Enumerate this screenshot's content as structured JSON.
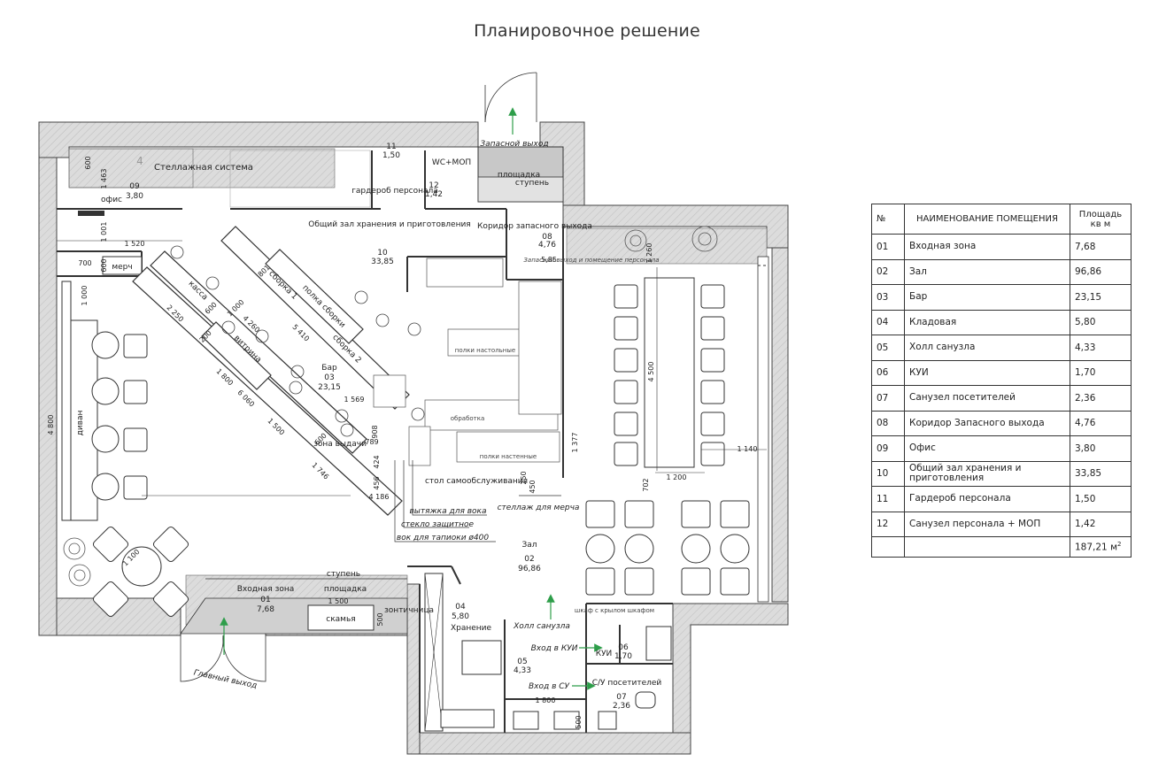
{
  "title": "Планировочное решение",
  "table": {
    "headers": {
      "num": "№",
      "name": "НАИМЕНОВАНИЕ ПОМЕЩЕНИЯ",
      "area": "Площадь кв м"
    },
    "rows": [
      {
        "num": "01",
        "name": "Входная зона",
        "area": "7,68"
      },
      {
        "num": "02",
        "name": "Зал",
        "area": "96,86"
      },
      {
        "num": "03",
        "name": "Бар",
        "area": "23,15"
      },
      {
        "num": "04",
        "name": "Кладовая",
        "area": "5,80"
      },
      {
        "num": "05",
        "name": "Холл санузла",
        "area": "4,33"
      },
      {
        "num": "06",
        "name": "КУИ",
        "area": "1,70"
      },
      {
        "num": "07",
        "name": "Санузел посетителей",
        "area": "2,36"
      },
      {
        "num": "08",
        "name": "Коридор Запасного выхода",
        "area": "4,76"
      },
      {
        "num": "09",
        "name": "Офис",
        "area": "3,80"
      },
      {
        "num": "10",
        "name": "Общий зал хранения и приготовления",
        "area": "33,85"
      },
      {
        "num": "11",
        "name": "Гардероб персонала",
        "area": "1,50"
      },
      {
        "num": "12",
        "name": "Санузел персонала + МОП",
        "area": "1,42"
      }
    ],
    "total": "187,21 м",
    "total_sup": "2"
  },
  "plan": {
    "rooms": {
      "entry": {
        "name": "Входная зона",
        "num": "01",
        "area": "7,68"
      },
      "hall": {
        "name": "Зал",
        "num": "02",
        "area": "96,86"
      },
      "bar": {
        "name": "Бар",
        "num": "03",
        "area": "23,15"
      },
      "storage": {
        "name": "Хранение",
        "num": "04",
        "area": "5,80"
      },
      "wc_hall": {
        "name": "Холл санузла",
        "num": "05",
        "area": "4,33"
      },
      "kui": {
        "name": "КУИ",
        "num": "06",
        "area": "1,70"
      },
      "wc_guest": {
        "name": "С/У посетителей",
        "num": "07",
        "area": "2,36"
      },
      "corridor": {
        "name": "Коридор запасного выхода",
        "num": "08",
        "area": "4,76"
      },
      "office": {
        "name": "офис",
        "num": "09",
        "area": "3,80"
      },
      "kitchen": {
        "name": "Общий зал хранения и приготовления",
        "num": "10",
        "area": "33,85"
      },
      "wardrobe": {
        "name": "гардероб персонала",
        "num": "11",
        "area": "1,50"
      },
      "wc_staff": {
        "name": "WC+МОП",
        "num": "12",
        "area": "1,42"
      }
    },
    "labels": {
      "emergency_exit": "Запасной выход",
      "platform": "площадка",
      "step": "ступень",
      "main_exit": "Главный выход",
      "bench": "скамья",
      "umbrella": "зонтичница",
      "sofa": "диван",
      "cashier": "касса",
      "showcase": "витрина",
      "assembly_1": "сборка 1",
      "assembly_2": "сборка 2",
      "assembly_shelf": "полка сборки",
      "pickup_zone": "зона выдачи",
      "merch": "мерч",
      "shelving_system": "Стеллажная система",
      "self_service_table": "стол самообслуживания",
      "merch_rack": "стеллаж для мерча",
      "side_hood": "вытяжка для вока",
      "protective_glass": "стекло защитное",
      "wok": "вок для тапиоки ø400",
      "emergency_note": "Запасной выход и помещение персонала",
      "to_kui": "Вход в КУИ",
      "to_wc": "Вход в СУ",
      "mop_cabinet": "шкаф с крылом шкафом",
      "treatment": "обработка",
      "desk_shelves": "полки настольные",
      "wall_shelves": "полки настенные"
    },
    "dims": [
      "1 463",
      "600",
      "1 001",
      "1 520",
      "700",
      "600",
      "1 000",
      "4 800",
      "2 250",
      "600",
      "1 000",
      "801",
      "4 260",
      "5 410",
      "1 800",
      "6 060",
      "1 500",
      "4 186",
      "1 569",
      "600",
      "789",
      "456",
      "424",
      "450",
      "250",
      "200",
      "908",
      "1 746",
      "1 500",
      "1 800",
      "500",
      "500",
      "4 500",
      "1 200",
      "1 140",
      "1 260",
      "702",
      "1 377",
      "1 100",
      "5,85"
    ]
  },
  "colors": {
    "wall_fill": "#d9d9d9",
    "wall_stroke": "#444444",
    "arrow": "#2e9e4a",
    "line": "#333333"
  }
}
